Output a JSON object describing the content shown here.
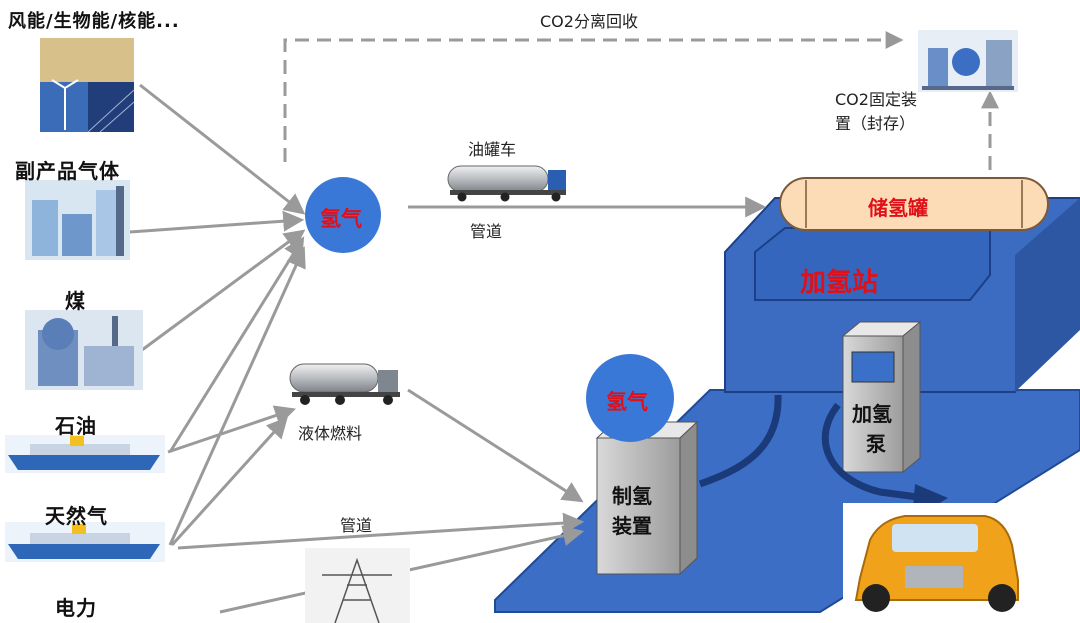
{
  "sources": [
    {
      "id": "renewable",
      "label": "风能/生物能/核能..."
    },
    {
      "id": "byproduct",
      "label": "副产品气体"
    },
    {
      "id": "coal",
      "label": "煤"
    },
    {
      "id": "oil",
      "label": "石油"
    },
    {
      "id": "natural_gas",
      "label": "天然气"
    },
    {
      "id": "electricity",
      "label": "电力"
    }
  ],
  "hydrogen_label": "氢气",
  "transport": {
    "tanker_truck": "油罐车",
    "pipeline_top": "管道",
    "liquid_fuel": "液体燃料",
    "pipeline_bottom": "管道"
  },
  "co2": {
    "recovery": "CO2分离回收",
    "fixation_line1": "CO2固定装",
    "fixation_line2": "置（封存）"
  },
  "station": {
    "storage_tank": "储氢罐",
    "title": "加氢站",
    "onsite_hydrogen": "氢气",
    "production_line1": "制氢",
    "production_line2": "装置",
    "pump_line1": "加氢",
    "pump_line2": "泵"
  },
  "colors": {
    "hydrogen_circle": "#3a78d8",
    "station_blue": "#3a6cc0",
    "storage_tank": "#fcdcb6",
    "accent_red": "#e0101a",
    "arrow_gray": "#999999"
  }
}
